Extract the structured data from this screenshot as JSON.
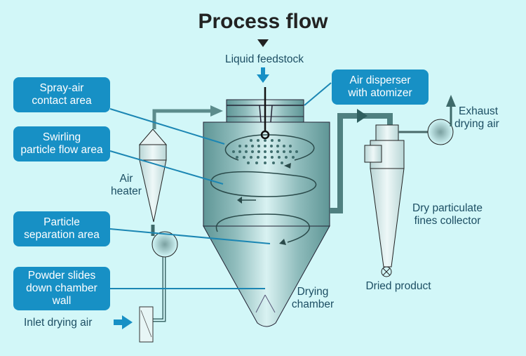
{
  "title": "Process flow",
  "labels": {
    "liquid_feedstock": "Liquid feedstock",
    "air_heater": [
      "Air",
      "heater"
    ],
    "inlet_drying_air": "Inlet drying air",
    "exhaust_drying_air": [
      "Exhaust",
      "drying air"
    ],
    "dry_particulate": [
      "Dry particulate",
      "fines collector"
    ],
    "dried_product": "Dried product",
    "drying_chamber": [
      "Drying",
      "chamber"
    ]
  },
  "callouts": [
    {
      "id": "spray-air-contact-area",
      "lines": [
        "Spray-air",
        "contact area"
      ]
    },
    {
      "id": "swirling-particle-flow-area",
      "lines": [
        "Swirling",
        "particle flow area"
      ]
    },
    {
      "id": "particle-separation-area",
      "lines": [
        "Particle",
        "separation area"
      ]
    },
    {
      "id": "powder-slides-down-chamber-wall",
      "lines": [
        "Powder slides",
        "down chamber",
        "wall"
      ]
    },
    {
      "id": "air-disperser-with-atomizer",
      "lines": [
        "Air disperser",
        "with atomizer"
      ]
    }
  ],
  "colors": {
    "background": "#d2f7f8",
    "callout_fill": "#1790c5",
    "leader_line": "#1b86b3",
    "duct": "#4f8080",
    "label_text": "#1c4e63"
  }
}
